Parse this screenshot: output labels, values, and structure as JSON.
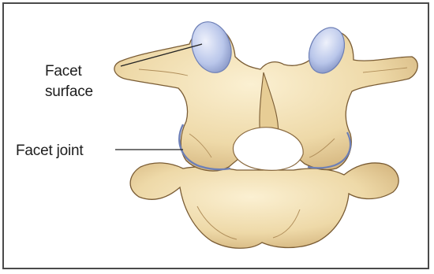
{
  "labels": {
    "facet_surface_line1": "Facet",
    "facet_surface_line2": "surface",
    "facet_joint": "Facet joint"
  },
  "colors": {
    "bone": "#eed9a8",
    "bone_shadow": "#c9a872",
    "bone_highlight": "#fbf0d2",
    "facet_cartilage": "#b9c6ea",
    "outline": "#7a5c34",
    "joint_line": "#6d7fb6",
    "frame": "#4a4a4a"
  }
}
